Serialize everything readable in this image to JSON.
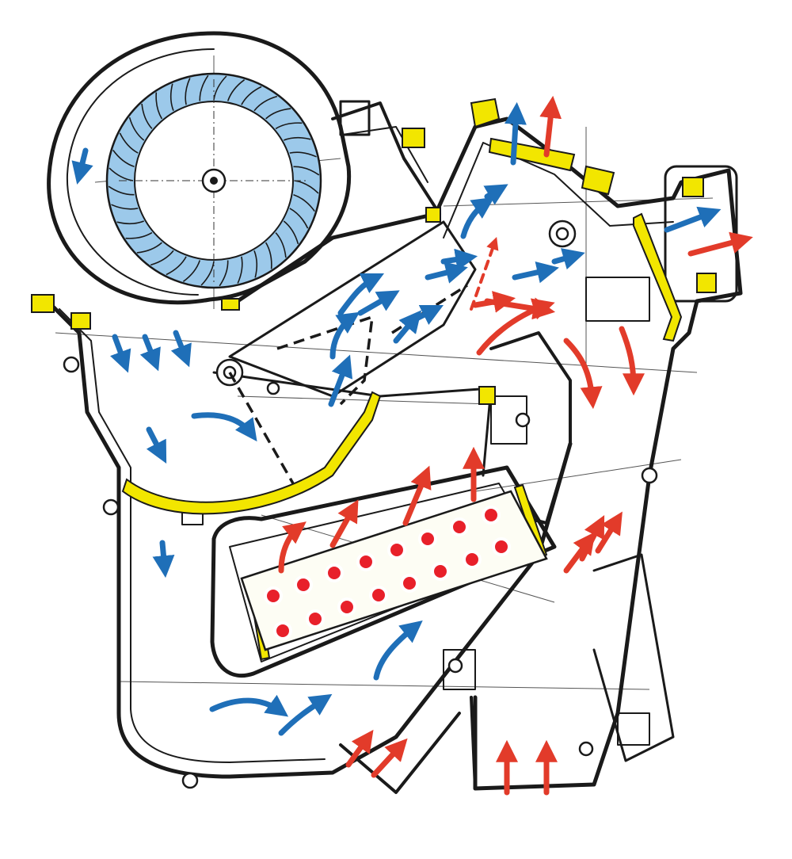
{
  "diagram": {
    "kind": "hvac-heater-blower-airflow-cutaway",
    "colors": {
      "housing_outline": "#1a1a1a",
      "seal_yellow": "#f2e600",
      "cold_air_blue": "#1f6fb8",
      "hot_air_red": "#e23b2a",
      "fan_blue": "#9cc9ea",
      "heater_dot_red": "#e8202a"
    },
    "components": [
      {
        "id": "blower-fan",
        "icon": "squirrel-cage-fan-icon"
      },
      {
        "id": "heater-core",
        "icon": "heater-core-icon"
      },
      {
        "id": "blend-door",
        "icon": "flap-door-icon"
      },
      {
        "id": "seals",
        "icon": "yellow-seal-icon"
      }
    ],
    "airflow_legend": [
      {
        "id": "cold-air",
        "color_key": "cold_air_blue"
      },
      {
        "id": "hot-air",
        "color_key": "hot_air_red"
      }
    ]
  }
}
